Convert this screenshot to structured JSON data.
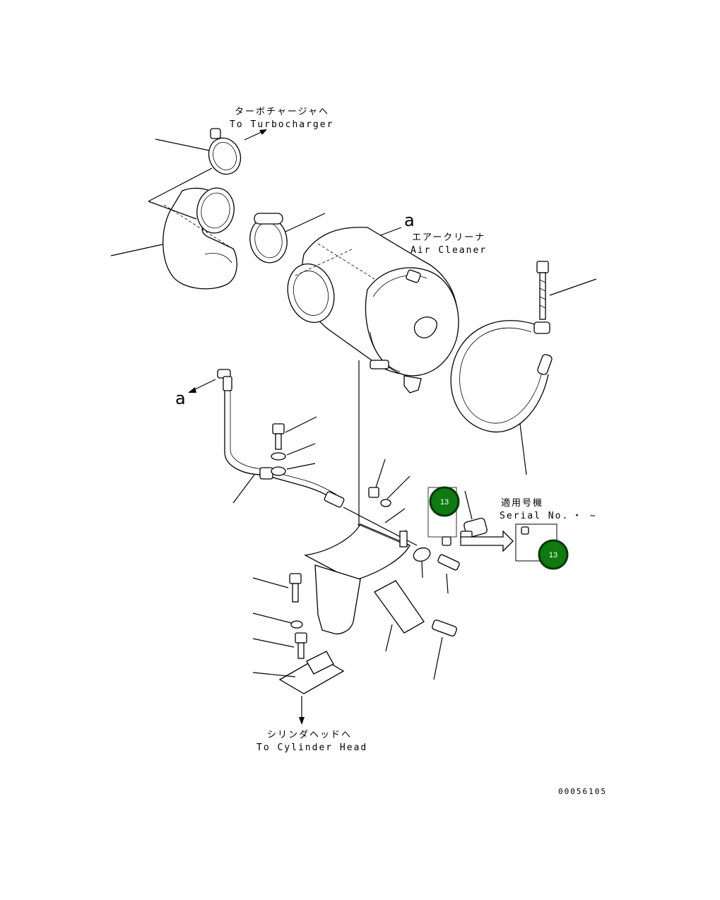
{
  "labels": {
    "turbo_jp": "ターボチャージャへ",
    "turbo_en": "To Turbocharger",
    "aircleaner_jp": "エアークリーナ",
    "aircleaner_en": "Air Cleaner",
    "ref_a_top": "a",
    "ref_a_left": "a",
    "serial_jp": "適用号機",
    "serial_en": "Serial No.",
    "serial_range": "・ ~",
    "cyl_jp": "シリンダヘッドへ",
    "cyl_en": "To Cylinder Head",
    "drawing_no": "00056105"
  },
  "badges": {
    "badge_1": "13",
    "badge_2": "13"
  },
  "colors": {
    "badge_fill": "#0f7a0f",
    "badge_ring": "#063806",
    "line": "#000000"
  }
}
